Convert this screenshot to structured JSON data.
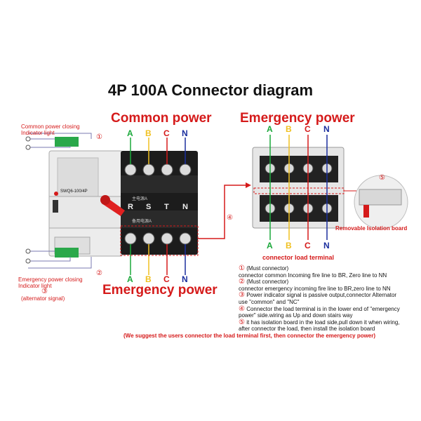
{
  "title": "4P 100A Connector diagram",
  "headings": {
    "common_power": "Common power",
    "emergency_power_left": "Emergency power",
    "emergency_power_right": "Emergency power"
  },
  "labels": {
    "common_indicator": [
      "Common power closing",
      "Indicator light"
    ],
    "emergency_indicator": [
      "Emergency power closing",
      "Indicator light"
    ],
    "alternator_signal": "(alternator signal)",
    "connector_load_terminal": "connector load terminal",
    "removable_board": "Removable Isolation board",
    "device_model": "SWQ6-100/4P",
    "block_top_text": "主电源A",
    "block_bottom_text": "备用电源A"
  },
  "phase_letters": [
    "A",
    "B",
    "C",
    "N"
  ],
  "terminal_letters": [
    "R",
    "S",
    "T",
    "N"
  ],
  "markers": {
    "m1": "①",
    "m2": "②",
    "m3": "③",
    "m4": "④",
    "m5": "⑤"
  },
  "notes": [
    {
      "marker": "①",
      "text": "(Must connector)"
    },
    {
      "marker": "",
      "text": "connector common Incoming fire line to BR, Zero line to NN"
    },
    {
      "marker": "②",
      "text": "(Must connector)"
    },
    {
      "marker": "",
      "text": "connector emergency incoming fire line to BR,zero line to NN"
    },
    {
      "marker": "③",
      "text": "Power indicator signal is passive output,connector Alternator"
    },
    {
      "marker": "",
      "text": "use \"common\" and \"NC\""
    },
    {
      "marker": "④",
      "text": "Connector the load terminal is in the lower end of \"emergency"
    },
    {
      "marker": "",
      "text": "power\" side.wiring as Up and down stairs way"
    },
    {
      "marker": "⑤",
      "text": "it has isolation board in the load side,pull down it when wiring,"
    },
    {
      "marker": "",
      "text": "after connector the load, then install the isolation board"
    }
  ],
  "footer": "(We suggest the users connector the load terminal first, then connector the emergency power)",
  "colors": {
    "phase_A": "#1aa83a",
    "phase_B": "#f0c020",
    "phase_C": "#d51a1a",
    "phase_N": "#1b2f9e",
    "accent_red": "#d51a1a"
  }
}
